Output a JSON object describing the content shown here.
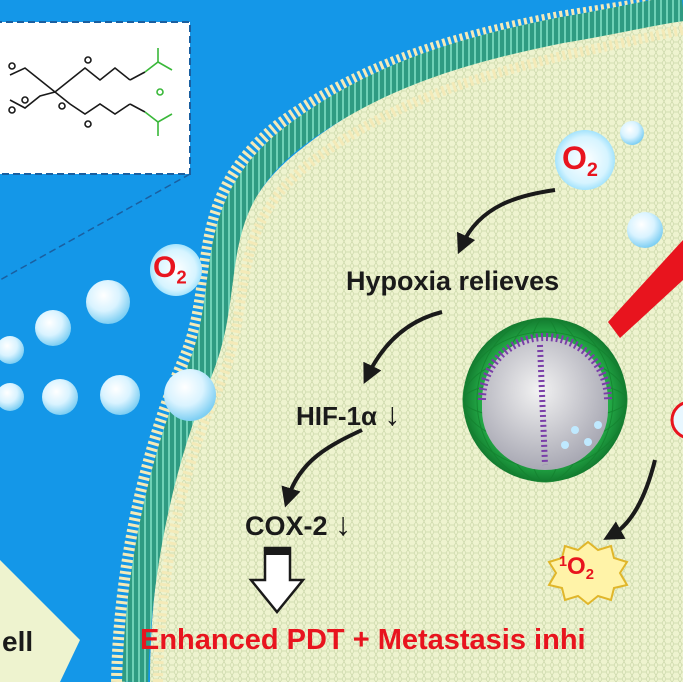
{
  "labels": {
    "o2_top": {
      "main": "O",
      "sub": "2"
    },
    "o2_left": {
      "main": "O",
      "sub": "2"
    },
    "singlet_oxygen": {
      "sup": "1",
      "main": "O",
      "sub": "2"
    },
    "hypoxia": "Hypoxia relieves",
    "hif": "HIF-1α",
    "cox": "COX-2",
    "down_arrow_glyph": "↓",
    "bottom_text": "Enhanced PDT + Metastasis inhi",
    "cell_text": "ell"
  },
  "colors": {
    "background_blue": "#1497e8",
    "cytoplasm": "#eef3cf",
    "membrane_green": "#3aa58c",
    "lipid_head": "#f4eab8",
    "text_dark": "#1a1a1a",
    "text_red": "#e8141e",
    "nanoparticle_green": "#22a845",
    "nanoparticle_purple": "#7a3ea8",
    "laser_red": "#e8141e"
  },
  "icons": [
    "oxygen-bubble-icon",
    "arrow-icon",
    "laser-beam-icon",
    "nanoparticle-icon",
    "molecule-structure-icon"
  ]
}
